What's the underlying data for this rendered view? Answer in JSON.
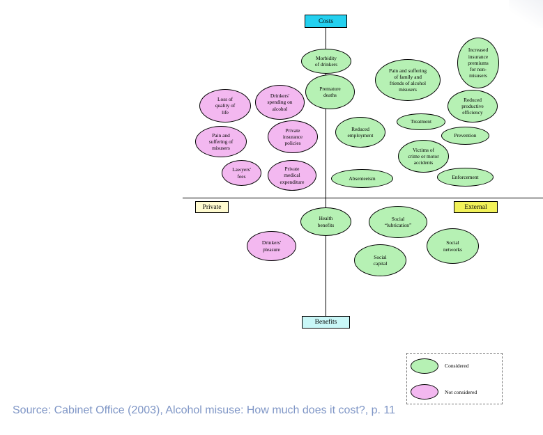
{
  "axes": {
    "top": "Costs",
    "bottom": "Benefits",
    "left": "Private",
    "right": "External"
  },
  "colors": {
    "considered": "#b6f1b4",
    "not_considered": "#f3b8f0",
    "costs_box": "#24d0ef",
    "benefits_box": "#c9f7f7",
    "private_box": "#fffbd0",
    "external_box": "#f2f25a"
  },
  "nodes": {
    "morbidity": "Morbidity\nof drinkers",
    "premature_deaths": "Premature\ndeaths",
    "pain_suffering_family": "Pain and suffering\nof family and\nfriends of alcohol\nmisusers",
    "increased_insurance": "Increased\ninsurance\npremiums\nfor non-\nmisusers",
    "reduced_productive": "Reduced\nproductive\nefficiency",
    "loss_quality": "Loss of\nquality of\nlife",
    "drinkers_spending": "Drinkers'\nspending on\nalcohol",
    "reduced_employment": "Reduced\nemployment",
    "treatment": "Treatment",
    "prevention": "Prevention",
    "pain_suffering_misusers": "Pain and\nsuffering of\nmisusers",
    "private_insurance": "Private\ninsurance\npolicies",
    "victims_crime": "Victims of\ncrime or motor\naccidents",
    "lawyers_fees": "Lawyers'\nfees",
    "private_medical": "Private\nmedical\nexpenditure",
    "absenteeism": "Absenteeism",
    "enforcement": "Enforcement",
    "health_benefits": "Health\nbenefits",
    "social_lubrication": "Social\n“lubrication”",
    "drinkers_pleasure": "Drinkers'\npleasure",
    "social_networks": "Social\nnetworks",
    "social_capital": "Social\ncapital"
  },
  "legend": {
    "considered": "Considered",
    "not_considered": "Not considered"
  },
  "source": "Source: Cabinet Office (2003), Alcohol misuse: How much does it cost?, p. 11"
}
